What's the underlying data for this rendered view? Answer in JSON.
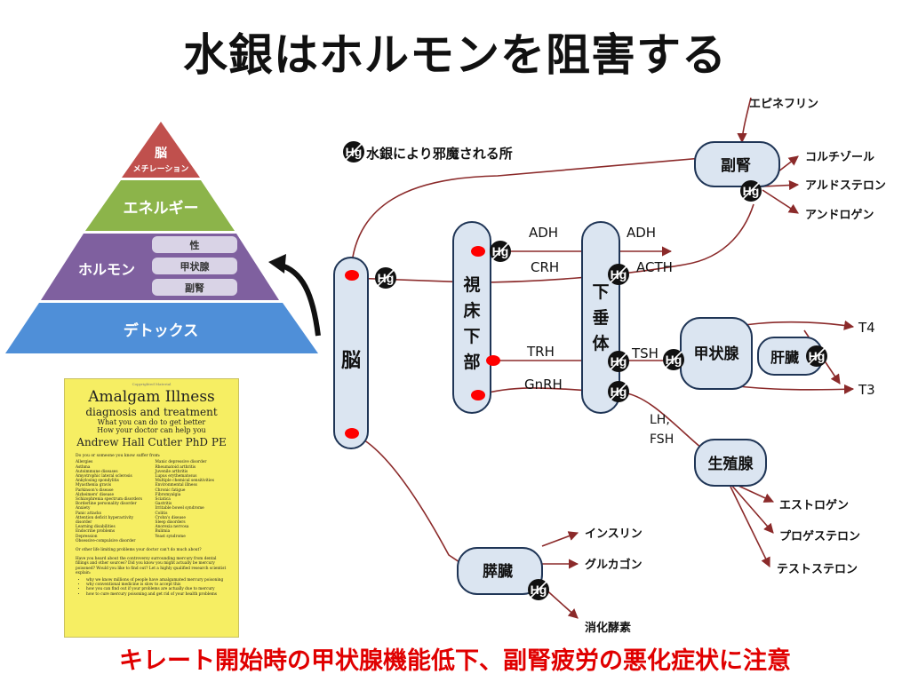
{
  "title": "水銀はホルモンを阻害する",
  "footer": "キレート開始時の甲状腺機能低下、副腎疲労の悪化症状に注意",
  "pyramid": {
    "top_label": "脳",
    "top_sub": "メチレーション",
    "energy": "エネルギー",
    "hormone": "ホルモン",
    "hormone_items": [
      "性",
      "甲状腺",
      "副腎"
    ],
    "detox": "デトックス"
  },
  "legend": {
    "badge": "Hg",
    "text": "水銀により邪魔される所"
  },
  "nodes": {
    "brain": "脳",
    "hypothalamus": [
      "視",
      "床",
      "下",
      "部"
    ],
    "pituitary": [
      "下",
      "垂",
      "体"
    ],
    "adrenal": "副腎",
    "thyroid": "甲状腺",
    "liver": "肝臓",
    "gonad": "生殖腺",
    "pancreas": "膵臓"
  },
  "hormones": {
    "epinephrine": "エピネフリン",
    "cortisol": "コルチゾール",
    "aldosterone": "アルドステロン",
    "androgen": "アンドロゲン",
    "adh1": "ADH",
    "adh2": "ADH",
    "crh": "CRH",
    "acth": "ACTH",
    "trh": "TRH",
    "tsh": "TSH",
    "gnrh": "GnRH",
    "lh": "LH,",
    "fsh": "FSH",
    "t4": "T4",
    "t3": "T3",
    "estrogen": "エストロゲン",
    "progesterone": "プロゲステロン",
    "testosterone": "テストステロン",
    "insulin": "インスリン",
    "glucagon": "グルカゴン",
    "digestive": "消化酵素"
  },
  "badge_text": "Hg",
  "book": {
    "copyright": "Copyrighted Material",
    "title": "Amalgam Illness",
    "subtitle": "diagnosis and treatment",
    "tagline1": "What you can do to get better",
    "tagline2": "How your doctor can help you",
    "author": "Andrew Hall Cutler PhD PE",
    "intro": "Do you or someone you know suffer from:",
    "col1": [
      "Allergies",
      "Asthma",
      "Autoimmune diseases",
      "Amyotrophic lateral sclerosis",
      "Ankylosing spondylitis",
      "Myasthenia gravis",
      "Parkinson's disease",
      "Alzheimers' disease",
      "Schizophrenia spectrum disorders",
      "Borderline personality disorder",
      "Anxiety",
      "Panic attacks",
      "Attention deficit hyperactivity disorder",
      "Learning disabilities",
      "Endocrine problems",
      "Depression",
      "Obsessive-compulsive disorder"
    ],
    "col2": [
      "Manic depressive disorder",
      "Rheumatoid arthritis",
      "Juvenile arthritis",
      "Lupus erythematosus",
      "Multiple chemical sensitivities",
      "Environmental illness",
      "Chronic fatigue",
      "Fibromyalgia",
      "Sciatica",
      "Gastritis",
      "Irritable bowel syndrome",
      "Colitis",
      "Crohn's disease",
      "Sleep disorders",
      "Anorexia nervosa",
      "Bulimia",
      "Yeast syndrome"
    ],
    "other": "Or other life limiting problems your doctor can't do much about?",
    "para": "Have you heard about the controversy surrounding mercury from dental fillings and other sources? Did you know you might actually be mercury poisoned? Would you like to find out? Let a highly qualified research scientist explain:",
    "bullets": [
      "why we know millions of people have amalgamated mercury poisoning",
      "why conventional medicine is slow to accept this",
      "how you can find out if your problems are actually due to mercury",
      "how to cure mercury poisoning and get rid of your health problems"
    ]
  }
}
